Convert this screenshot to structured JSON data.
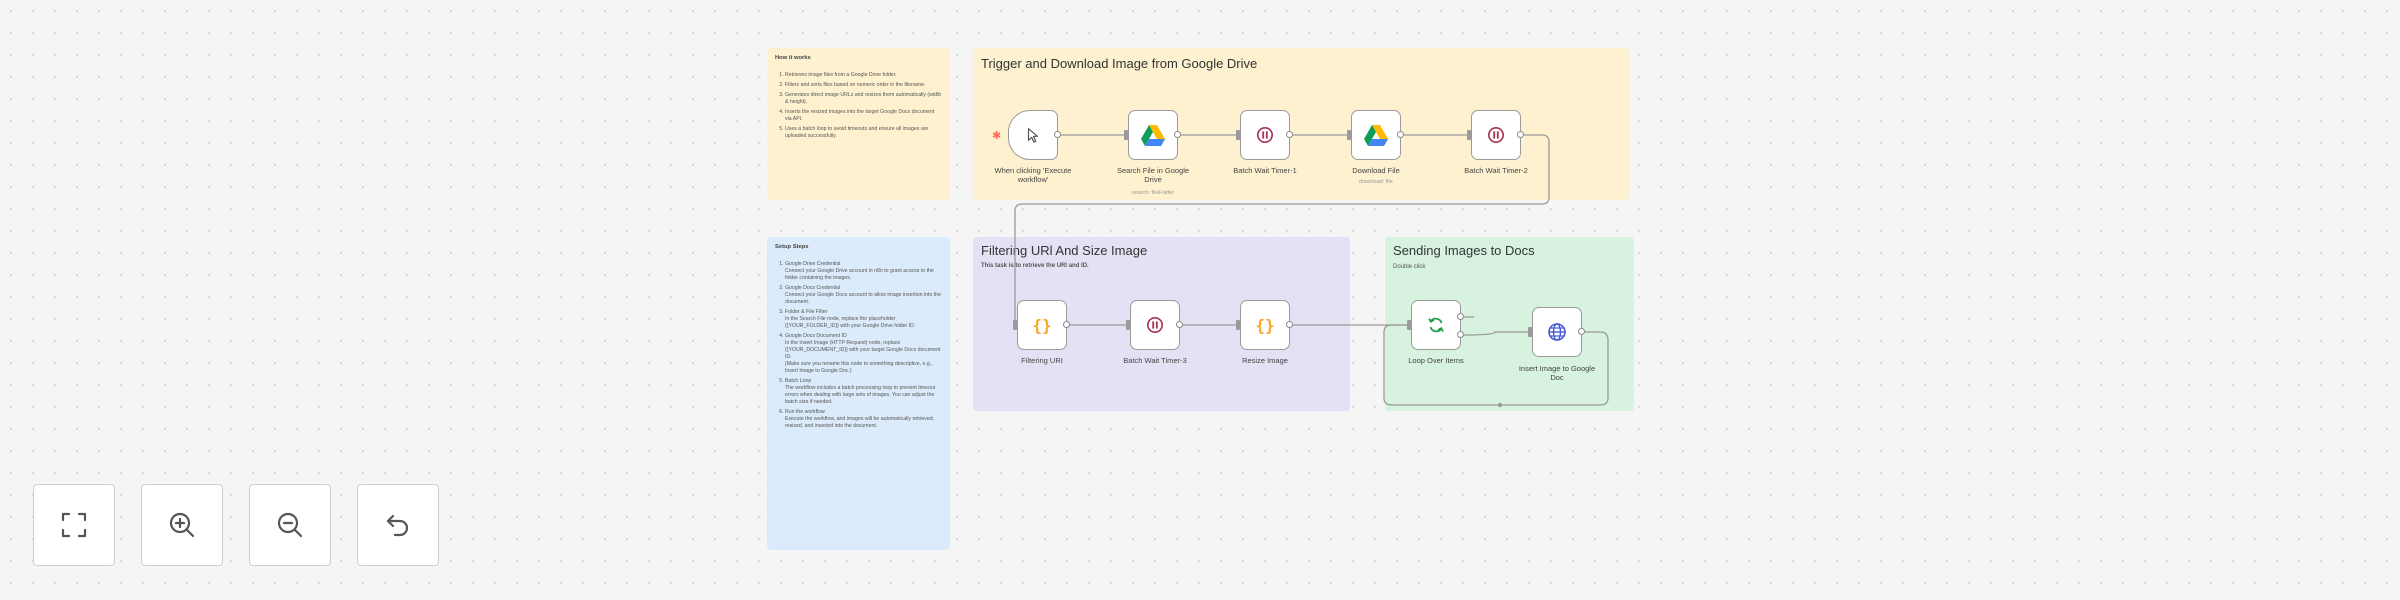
{
  "notes": {
    "how_it_works": {
      "title": "How it works",
      "steps": [
        "Retrieves image files from a Google Drive folder.",
        "Filters and sorts files based on numeric order in the filename.",
        "Generates direct image URLs and resizes them automatically (width & height).",
        "Inserts the resized images into the target Google Docs document via API.",
        "Uses a batch loop to avoid timeouts and ensure all images are uploaded successfully."
      ]
    },
    "setup_steps": {
      "title": "Setup Steps",
      "steps": [
        "Google Drive Credential\nConnect your Google Drive account in n8n to grant access to the folder containing the images.",
        "Google Docs Credential\nConnect your Google Docs account to allow image insertion into the document.",
        "Folder & File Filter\nIn the Search File node, replace the placeholder {{YOUR_FOLDER_ID}} with your Google Drive folder ID.",
        "Google Docs Document ID\nIn the Insert Image (HTTP Request) node, replace {{YOUR_DOCUMENT_ID}} with your target Google Docs document ID.\n(Make sure you rename this node to something descriptive, e.g., Insert Image to Google Doc.)",
        "Batch Loop\nThe workflow includes a batch processing loop to prevent timeout errors when dealing with large sets of images. You can adjust the batch size if needed.",
        "Run the workflow\nExecute the workflow, and images will be automatically retrieved, resized, and inserted into the document."
      ]
    }
  },
  "groups": {
    "trigger": {
      "title": "Trigger and Download Image from Google Drive"
    },
    "filtering": {
      "title": "Filtering URl And Size Image",
      "subtitle": "This task is to retrieve the URl and ID."
    },
    "sending": {
      "title": "Sending Images to Docs",
      "subtitle": "Double click"
    }
  },
  "nodes": {
    "manual_trigger": {
      "label": "When clicking 'Execute workflow'"
    },
    "search_file": {
      "label": "Search File in Google Drive",
      "sub": "search: fileFolder"
    },
    "batch_wait_1": {
      "label": "Batch Wait Timer-1"
    },
    "download_file": {
      "label": "Download File",
      "sub": "download: file"
    },
    "batch_wait_2": {
      "label": "Batch Wait Timer-2"
    },
    "filtering_uri": {
      "label": "Filtering URI"
    },
    "batch_wait_3": {
      "label": "Batch Wait Timer-3"
    },
    "resize_image": {
      "label": "Resize Image"
    },
    "loop_over_items": {
      "label": "Loop Over Items"
    },
    "insert_image": {
      "label": "Insert Image to Google Doc"
    }
  },
  "controls": {
    "fit_view": "fit-view-icon",
    "zoom_in": "zoom-in-icon",
    "zoom_out": "zoom-out-icon",
    "reset": "undo-icon"
  },
  "colors": {
    "trigger_group": "#fdf1cf",
    "setup_note": "#dcebfb",
    "filtering_group": "#e4e1f4",
    "sending_group": "#d7f2df",
    "wait_icon": "#a8304f",
    "code_icon": "#f5a623",
    "loop_icon": "#1e9e4a",
    "http_icon": "#4659d6",
    "trigger_star": "#ff6b5b"
  }
}
